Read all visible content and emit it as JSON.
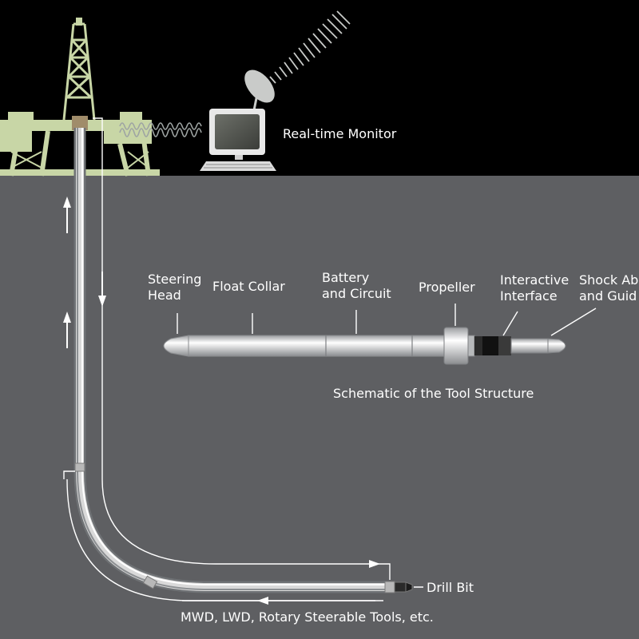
{
  "monitor": {
    "label": "Real-time Monitor"
  },
  "tool": {
    "parts": [
      {
        "label": "Steering\nHead"
      },
      {
        "label": "Float Collar"
      },
      {
        "label": "Battery\nand Circuit"
      },
      {
        "label": "Propeller"
      },
      {
        "label": "Interactive\nInterface"
      },
      {
        "label": "Shock Ab\nand Guid"
      }
    ],
    "caption": "Schematic of the Tool Structure"
  },
  "well": {
    "bit_label": "Drill Bit",
    "tools_label": "MWD, LWD, Rotary Steerable Tools, etc."
  },
  "colors": {
    "sky": "#000000",
    "ground": "#5e5f62",
    "rig": "#c8d6a6",
    "text": "#ffffff"
  }
}
